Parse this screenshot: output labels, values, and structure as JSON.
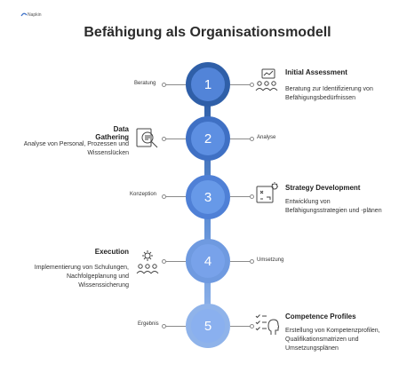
{
  "logo": {
    "text": "Napkin"
  },
  "title": "Befähigung als Organisationsmodell",
  "steps": [
    {
      "number": "1",
      "side_label": "Beratung",
      "heading": "Initial Assessment",
      "description": "Beratung zur Identifizierung von Befähigungsbedürfnissen",
      "icon": "team-assessment-icon"
    },
    {
      "number": "2",
      "side_label": "Analyse",
      "heading": "Data Gathering",
      "description": "Analyse von Personal, Prozessen und Wissenslücken",
      "icon": "magnifier-document-icon"
    },
    {
      "number": "3",
      "side_label": "Konzeption",
      "heading": "Strategy Development",
      "description": "Entwicklung von Befähigungsstrategien und -plänen",
      "icon": "strategy-board-icon"
    },
    {
      "number": "4",
      "side_label": "Umsetzung",
      "heading": "Execution",
      "description": "Implementierung von Schulungen, Nachfolgeplanung und Wissenssicherung",
      "icon": "team-gear-icon"
    },
    {
      "number": "5",
      "side_label": "Ergebnis",
      "heading": "Competence Profiles",
      "description": "Erstellung von Kompetenzprofilen, Qualifikationsmatrizen und Umsetzungsplänen",
      "icon": "profile-checklist-icon"
    }
  ],
  "colors": {
    "node_1": "#2f5fa8",
    "node_2": "#3f70c4",
    "node_3": "#4f80d6",
    "node_4": "#6f9ae0",
    "node_5": "#8fb3ea",
    "connector": "#8a8a8a"
  }
}
